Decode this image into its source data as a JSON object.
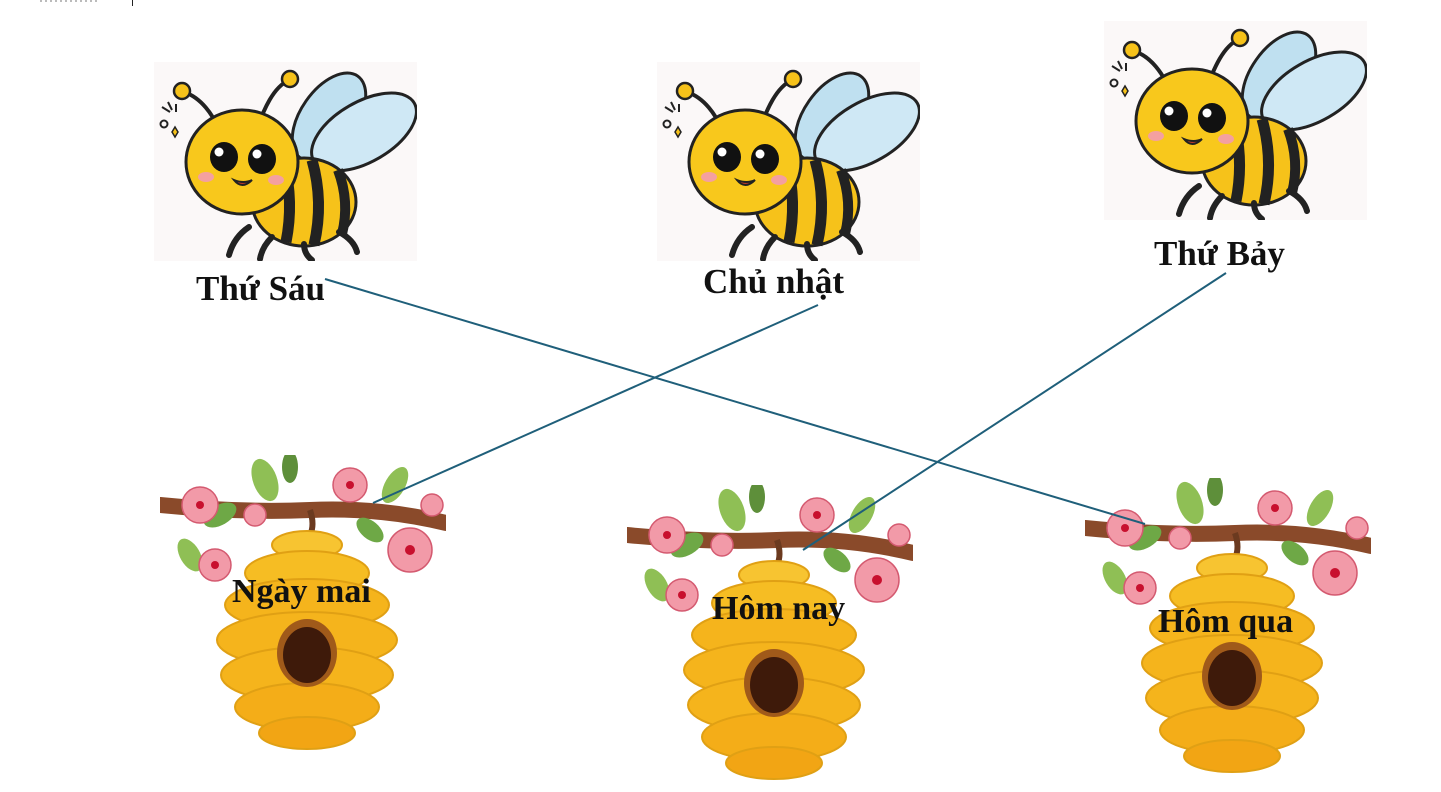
{
  "bees": [
    {
      "id": "friday",
      "label": "Thứ Sáu"
    },
    {
      "id": "sunday",
      "label": "Chủ nhật"
    },
    {
      "id": "saturday",
      "label": "Thứ Bảy"
    }
  ],
  "hives": [
    {
      "id": "tomorrow",
      "label": "Ngày mai"
    },
    {
      "id": "today",
      "label": "Hôm nay"
    },
    {
      "id": "yesterday",
      "label": "Hôm qua"
    }
  ],
  "connections": [
    {
      "from": "Thứ Sáu",
      "to": "Hôm qua"
    },
    {
      "from": "Chủ nhật",
      "to": "Ngày mai"
    },
    {
      "from": "Thứ Bảy",
      "to": "Hôm nay"
    }
  ],
  "colors": {
    "connector": "#1f5f7a",
    "bee_body": "#f6c21a",
    "bee_wing": "#bfe0f0",
    "hive": "#f5b41c",
    "blossom": "#f29aa8",
    "branch": "#8a4a2a"
  }
}
